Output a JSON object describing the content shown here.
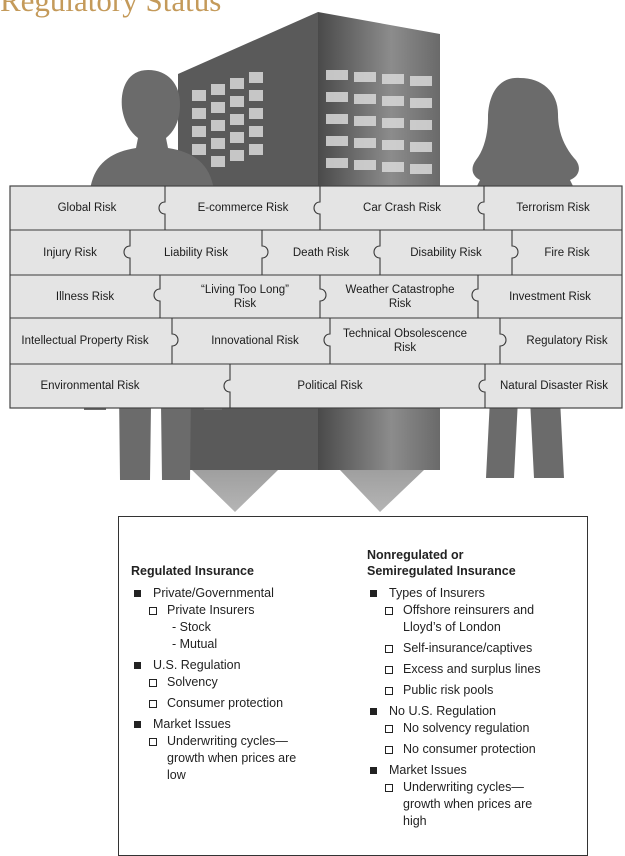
{
  "title": "Regulatory Status",
  "risks": [
    "Global Risk",
    "E-commerce Risk",
    "Car Crash Risk",
    "Terrorism Risk",
    "Injury Risk",
    "Liability Risk",
    "Death Risk",
    "Disability Risk",
    "Fire Risk",
    "Illness Risk",
    "“Living Too Long” Risk",
    "Weather Catastrophe Risk",
    "Investment Risk",
    "Intellectual Property Risk",
    "Innovational Risk",
    "Technical Obsolescence Risk",
    "Regulatory Risk",
    "Environmental Risk",
    "Political Risk",
    "Natural Disaster Risk"
  ],
  "regulated": {
    "heading": "Regulated Insurance",
    "items": [
      {
        "level": 1,
        "text": "Private/Governmental"
      },
      {
        "level": 2,
        "text": "Private Insurers"
      },
      {
        "level": 3,
        "text": "- Stock"
      },
      {
        "level": 3,
        "text": "- Mutual"
      },
      {
        "level": 1,
        "text": "U.S. Regulation"
      },
      {
        "level": 2,
        "text": "Solvency"
      },
      {
        "level": 2,
        "text": "Consumer protection"
      },
      {
        "level": 1,
        "text": "Market Issues"
      },
      {
        "level": 2,
        "text": "Underwriting cycles— growth when prices are low"
      }
    ]
  },
  "nonregulated": {
    "heading": "Nonregulated or Semiregulated Insurance",
    "items": [
      {
        "level": 1,
        "text": "Types of Insurers"
      },
      {
        "level": 2,
        "text": "Offshore reinsurers and Lloyd’s of London"
      },
      {
        "level": 2,
        "text": "Self-insurance/captives"
      },
      {
        "level": 2,
        "text": "Excess and surplus lines"
      },
      {
        "level": 2,
        "text": "Public risk pools"
      },
      {
        "level": 1,
        "text": "No U.S. Regulation"
      },
      {
        "level": 2,
        "text": "No solvency regulation"
      },
      {
        "level": 2,
        "text": "No consumer protection"
      },
      {
        "level": 1,
        "text": "Market Issues"
      },
      {
        "level": 2,
        "text": "Underwriting cycles— growth when prices are high"
      }
    ]
  }
}
